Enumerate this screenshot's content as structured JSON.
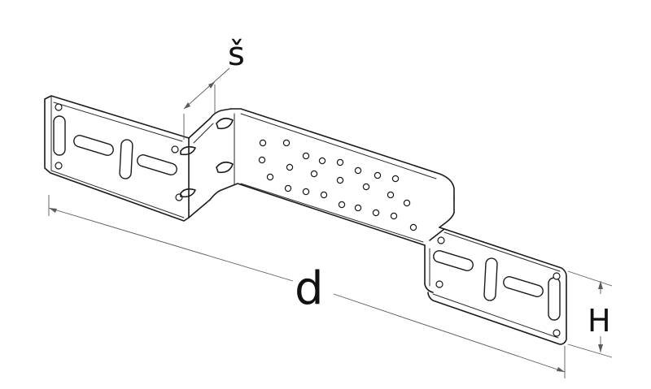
{
  "labels": {
    "thickness": "š",
    "length": "d",
    "height": "H"
  }
}
